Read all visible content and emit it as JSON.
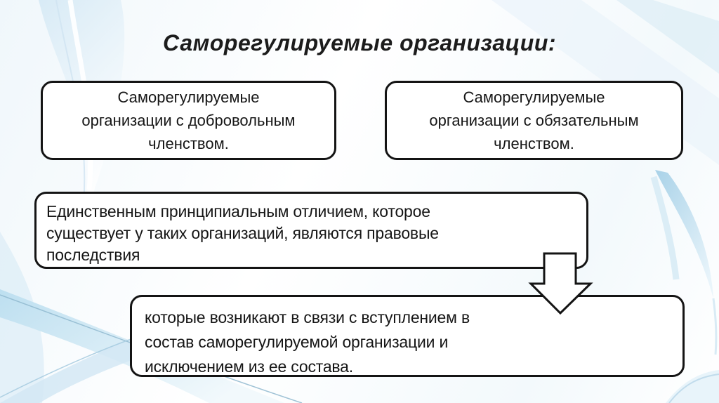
{
  "slide": {
    "title": "Саморегулируемые организации:"
  },
  "boxes": {
    "voluntary": {
      "text": "Саморегулируемые организации с добровольным членством.",
      "lines": [
        "Саморегулируемые",
        "организации с добровольным",
        "членством."
      ]
    },
    "mandatory": {
      "text": "Саморегулируемые организации с обязательным членством.",
      "lines": [
        "Саморегулируемые",
        "организации с обязательным",
        "членством."
      ]
    },
    "difference": {
      "text": "Единственным принципиальным отличием, которое существует у таких организаций, являются правовые последствия",
      "lines": [
        "Единственным принципиальным отличием, которое",
        "существует у таких организаций, являются правовые",
        "последствия"
      ]
    },
    "consequences": {
      "text": "которые возникают в связи с вступлением в состав саморегулируемой организации и исключением из ее состава.",
      "lines": [
        "которые возникают в связи с вступлением в",
        "состав саморегулируемой организации и",
        "исключением из ее состава."
      ]
    }
  },
  "icons": {
    "down_arrow": "down-arrow"
  },
  "colors": {
    "title_text": "#1c1c1c",
    "box_border": "#141414",
    "box_fill": "#ffffff",
    "body_text": "#161616",
    "ribbon_blue": "#b7dbee",
    "ribbon_light": "#dcedf7"
  }
}
